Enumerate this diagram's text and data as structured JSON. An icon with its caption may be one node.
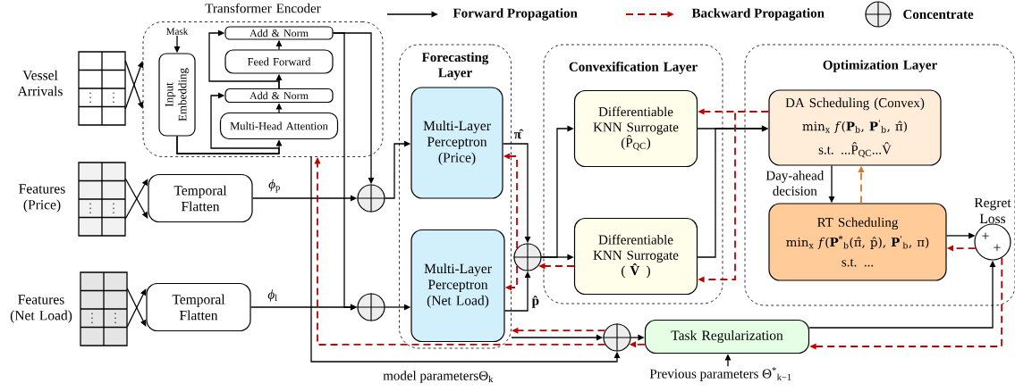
{
  "diagram": {
    "nodes": [
      {
        "text": [
          "Transformer Encoder"
        ]
      },
      {
        "text": [
          "Input Embedding"
        ],
        "in": 0
      },
      {
        "text": [
          "Add & Norm"
        ],
        "in": 0
      },
      {
        "text": [
          "Feed Forward"
        ],
        "in": 0
      },
      {
        "text": [
          "Add & Norm"
        ],
        "in": 0
      },
      {
        "text": [
          "Multi-Head Attention"
        ],
        "in": 0
      },
      {
        "text": [
          "Mask"
        ],
        "in": 0
      },
      {
        "text": [],
        "shape": "table",
        "beside": [
          "Vessel Arrivals"
        ]
      },
      {
        "text": [],
        "shape": "table",
        "beside": [
          "Features (Price)"
        ]
      },
      {
        "text": [
          "Temporal Flatten"
        ]
      },
      {
        "text": [],
        "shape": "table",
        "beside": [
          "Features (Net Load)"
        ]
      },
      {
        "text": [
          "Temporal Flatten"
        ]
      },
      {
        "text": [],
        "shape": "circle"
      },
      {
        "text": [],
        "shape": "circle"
      },
      {
        "text": [
          "Forecasting Layer"
        ]
      },
      {
        "text": [
          "Multi-Layer Perceptron (Price)"
        ],
        "in": 14
      },
      {
        "text": [
          "Multi-Layer Perceptron (Net Load)"
        ],
        "in": 14
      },
      {
        "text": [],
        "shape": "circle"
      },
      {
        "text": [
          "Convexification Layer"
        ]
      },
      {
        "text": [
          "Differentiable KNN Surrogate",
          "(P̂$_{QC}$)"
        ],
        "in": 18
      },
      {
        "text": [
          "Differentiable KNN Surrogate",
          "( **V̂** )"
        ],
        "in": 18
      },
      {
        "text": [
          "Optimization Layer"
        ]
      },
      {
        "text": [
          "DA Scheduling (Convex)",
          "min$_{x}$ *f*(**P**$_{b}$, **P**$^{'}$$_{b}$, π̂)",
          "s.t.   ...P̂$_{QC}$...V̂"
        ],
        "in": 21
      },
      {
        "text": [
          "RT Scheduling",
          "min$_{x}$ *f*(**P**$^{*}$$_{b}$(π̂, p̂), **P**$^{'}$$_{b}$, π)",
          "s.t.   ..."
        ],
        "in": 21
      },
      {
        "text": [
          "+",
          "+"
        ],
        "in": 21,
        "beside": [
          "Regret Loss"
        ]
      },
      {
        "text": [],
        "shape": "circle"
      },
      {
        "text": [
          "Task Regularization"
        ]
      },
      {
        "text": [
          "Previous parameters Θ$^{*}$$_{k−1}$"
        ]
      }
    ],
    "edges": [
      {
        "from": 6,
        "to": 1,
        "arrow": "to"
      },
      {
        "from": 7,
        "to": 0,
        "arrow": "to"
      },
      {
        "from": 7,
        "to": 0,
        "arrow": "to"
      },
      {
        "from": 8,
        "to": 9,
        "arrow": "to"
      },
      {
        "from": 8,
        "to": 9,
        "arrow": "to"
      },
      {
        "from": 10,
        "to": 11,
        "arrow": "to"
      },
      {
        "from": 10,
        "to": 11,
        "arrow": "to"
      },
      {
        "from": 1,
        "to": 5,
        "arrow": "to"
      },
      {
        "from": 1,
        "to": 4,
        "arrow": "to"
      },
      {
        "from": 5,
        "to": 4,
        "arrow": "to"
      },
      {
        "from": 4,
        "to": 3,
        "arrow": "to"
      },
      {
        "from": 3,
        "to": 2,
        "arrow": "to"
      },
      {
        "from": 4,
        "to": 2,
        "arrow": "to"
      },
      {
        "from": 2,
        "to": 12,
        "arrow": "to"
      },
      {
        "from": 2,
        "to": 13,
        "arrow": "to"
      },
      {
        "from": 0,
        "to": 25,
        "arrow": "to",
        "label": "model parametersΘ$_{k}$"
      },
      {
        "from": 9,
        "to": 12,
        "arrow": "to",
        "label": "*ϕ*$_{p}$"
      },
      {
        "from": 11,
        "to": 13,
        "arrow": "to",
        "label": "*ϕ*$_{l}$"
      },
      {
        "from": 12,
        "to": 15,
        "arrow": "to"
      },
      {
        "from": 13,
        "to": 16,
        "arrow": "to"
      },
      {
        "from": 15,
        "to": 17,
        "arrow": "to",
        "label": "**π̂**"
      },
      {
        "from": 16,
        "to": 17,
        "arrow": "to",
        "label": "**p̂**"
      },
      {
        "from": 17,
        "to": 19,
        "arrow": "to"
      },
      {
        "from": 17,
        "to": 20,
        "arrow": "to"
      },
      {
        "from": 19,
        "to": 22,
        "arrow": "to"
      },
      {
        "from": 20,
        "to": 22,
        "arrow": "to"
      },
      {
        "from": 22,
        "to": 23,
        "arrow": "to",
        "label": "Day-ahead decision"
      },
      {
        "from": 23,
        "to": 24,
        "arrow": "to"
      },
      {
        "from": 14,
        "to": 25,
        "arrow": "to"
      },
      {
        "from": 25,
        "to": 26,
        "arrow": "to"
      },
      {
        "from": 27,
        "to": 26,
        "arrow": "to"
      },
      {
        "from": 26,
        "to": 24,
        "arrow": "to"
      },
      {
        "from": 24,
        "to": 23,
        "arrow": "to",
        "style": "dashed",
        "color": "#c00000"
      },
      {
        "from": 24,
        "to": 26,
        "arrow": "to",
        "style": "dashed",
        "color": "#c00000"
      },
      {
        "from": 26,
        "to": 25,
        "arrow": "to",
        "style": "dashed",
        "color": "#c00000"
      },
      {
        "from": 25,
        "to": 14,
        "arrow": "to",
        "style": "dashed",
        "color": "#c00000"
      },
      {
        "from": 25,
        "to": 0,
        "arrow": "to",
        "style": "dashed",
        "color": "#c00000"
      },
      {
        "from": 22,
        "to": 19,
        "arrow": "to",
        "style": "dashed",
        "color": "#c00000"
      },
      {
        "from": 22,
        "to": 20,
        "arrow": "to",
        "style": "dashed",
        "color": "#c00000"
      },
      {
        "from": 20,
        "to": 17,
        "arrow": "to",
        "style": "dashed",
        "color": "#c00000"
      },
      {
        "from": 17,
        "to": 15,
        "arrow": "to",
        "style": "dashed",
        "color": "#c00000"
      },
      {
        "from": 17,
        "to": 16,
        "arrow": "to",
        "style": "dashed",
        "color": "#c00000"
      },
      {
        "from": 23,
        "to": 22,
        "arrow": "to",
        "style": "dashed",
        "color": "#d2782d"
      }
    ],
    "legend": [
      {
        "text": "Forward Propagation"
      },
      {
        "text": "Backward Propagation"
      },
      {
        "text": "Concentrate"
      }
    ]
  }
}
